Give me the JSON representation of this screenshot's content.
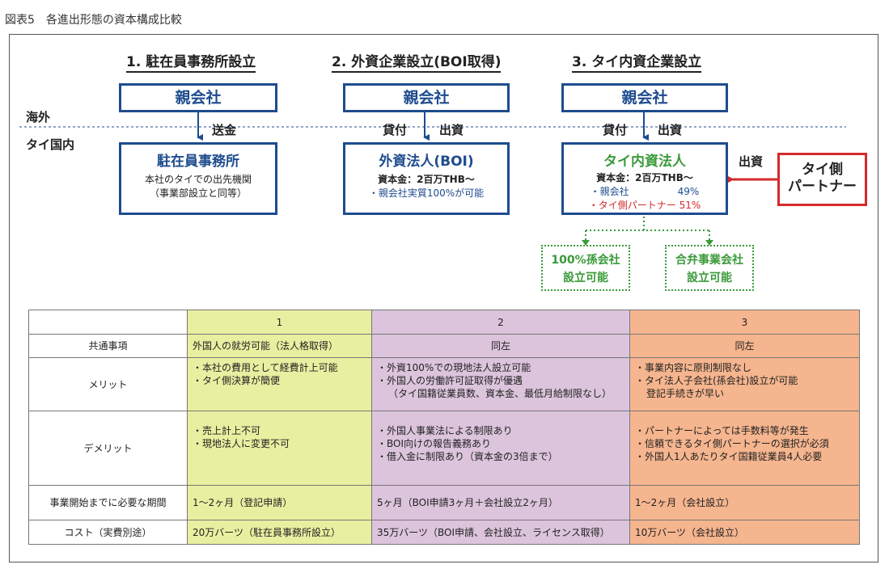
{
  "figure_title": "図表5　各進出形態の資本構成比較",
  "region_labels": {
    "overseas": "海外",
    "domestic": "タイ国内"
  },
  "columns": [
    {
      "heading": "1. 駐在員事務所設立",
      "parent": "親会社",
      "flow_labels": [
        "送金"
      ],
      "entity_title": "駐在員事務所",
      "entity_lines": [
        "本社のタイでの出先機関",
        "（事業部設立と同等）"
      ]
    },
    {
      "heading": "2. 外資企業設立(BOI取得)",
      "parent": "親会社",
      "flow_labels": [
        "貸付",
        "出資"
      ],
      "entity_title": "外資法人(BOI)",
      "entity_lines": [
        "資本金：2百万THB〜",
        "・親会社実質100%が可能"
      ]
    },
    {
      "heading": "3. タイ内資企業設立",
      "parent": "親会社",
      "flow_labels": [
        "貸付",
        "出資"
      ],
      "entity_title": "タイ内資法人",
      "entity_lines": [
        "資本金：2百万THB〜",
        "・親会社　　　　　49%",
        "・タイ側パートナー 51%"
      ]
    }
  ],
  "partner": {
    "label_line1": "タイ側",
    "label_line2": "パートナー",
    "flow_label": "出資"
  },
  "sub_options": [
    {
      "line1": "100%孫会社",
      "line2": "設立可能"
    },
    {
      "line1": "合弁事業会社",
      "line2": "設立可能"
    }
  ],
  "table": {
    "col_headers": [
      "",
      "1",
      "2",
      "3"
    ],
    "rows": [
      {
        "label": "共通事項",
        "c1": [
          "外国人の就労可能（法人格取得）"
        ],
        "c2": [
          "同左"
        ],
        "c3": [
          "同左"
        ]
      },
      {
        "label": "メリット",
        "c1": [
          "・本社の費用として経費計上可能",
          "・タイ側決算が簡便"
        ],
        "c2": [
          "・外資100%での現地法人設立可能",
          "・外国人の労働許可証取得が優遇",
          "（タイ国籍従業員数、資本金、最低月給制限なし）"
        ],
        "c3": [
          "・事業内容に原則制限なし",
          "・タイ法人子会社(孫会社)設立が可能",
          "登記手続きが早い"
        ]
      },
      {
        "label": "デメリット",
        "c1": [
          "・売上計上不可",
          "・現地法人に変更不可"
        ],
        "c2": [
          "・外国人事業法による制限あり",
          "・BOI向けの報告義務あり",
          "・借入金に制限あり（資本金の3倍まで）"
        ],
        "c3": [
          "・パートナーによっては手数料等が発生",
          "・信頼できるタイ側パートナーの選択が必須",
          "・外国人1人あたりタイ国籍従業員4人必要"
        ]
      },
      {
        "label": "事業開始までに必要な期間",
        "c1": [
          "1〜2ヶ月（登記申請）"
        ],
        "c2": [
          "5ヶ月（BOI申請3ヶ月＋会社設立2ヶ月）"
        ],
        "c3": [
          "1〜2ヶ月（会社設立）"
        ]
      },
      {
        "label": "コスト（実費別途）",
        "c1": [
          "20万バーツ（駐在員事務所設立）"
        ],
        "c2": [
          "35万バーツ（BOI申請、会社設立、ライセンス取得）"
        ],
        "c3": [
          "10万バーツ（会社設立）"
        ]
      }
    ]
  },
  "colors": {
    "blue": "#1e4c8e",
    "green": "#3a9a3a",
    "red": "#d42a2a",
    "col1_bg": "#e9efa0",
    "col2_bg": "#dcc4dc",
    "col3_bg": "#f5b58e"
  }
}
